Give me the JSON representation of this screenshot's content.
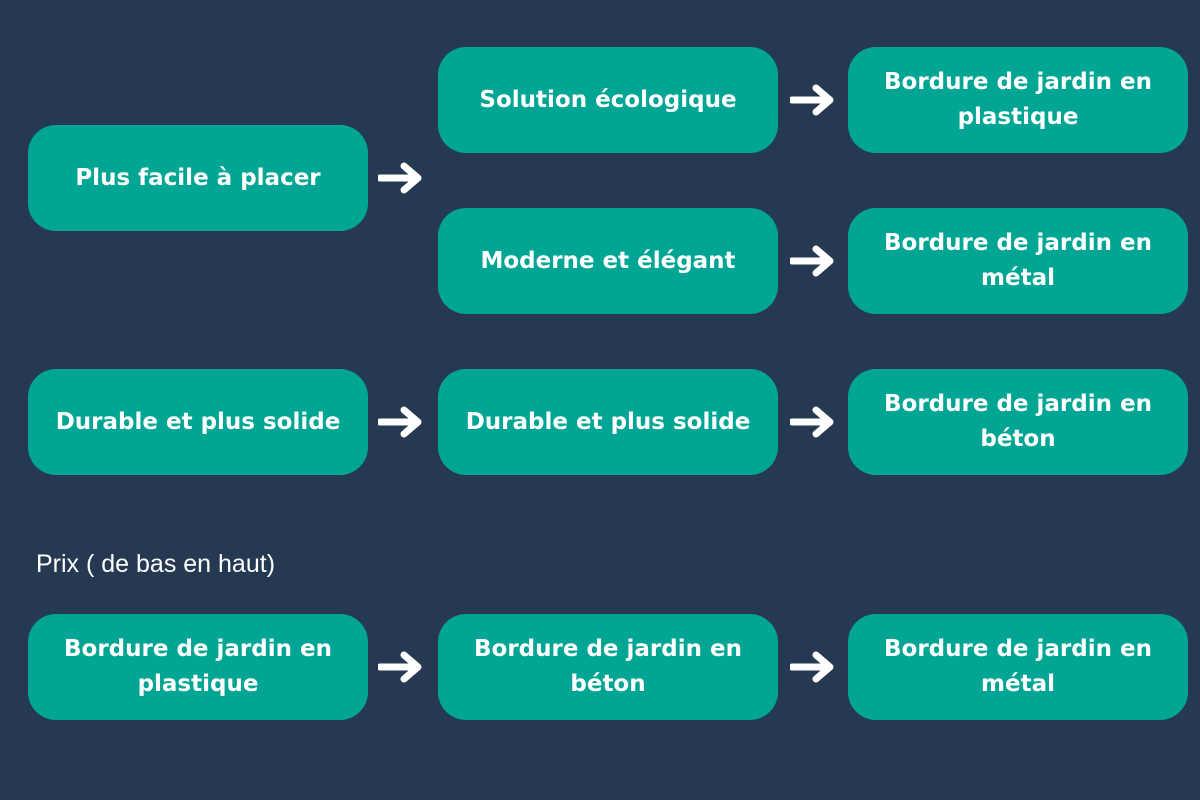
{
  "colors": {
    "background": "#263952",
    "box": "#00a693",
    "text": "#ffffff"
  },
  "icons": {
    "arrow": "arrow-right-icon"
  },
  "boxes": {
    "easy_place": "Plus facile à placer",
    "eco": "Solution écologique",
    "plastic_1": "Bordure de jardin en plastique",
    "modern": "Moderne et élégant",
    "metal_1": "Bordure de jardin en métal",
    "durable_a": "Durable et plus solide",
    "durable_b": "Durable et plus solide",
    "concrete_1": "Bordure de jardin en béton",
    "plastic_2": "Bordure de jardin en plastique",
    "concrete_2": "Bordure de jardin en béton",
    "metal_2": "Bordure de jardin en métal"
  },
  "price_caption": "Prix ( de bas en haut)"
}
